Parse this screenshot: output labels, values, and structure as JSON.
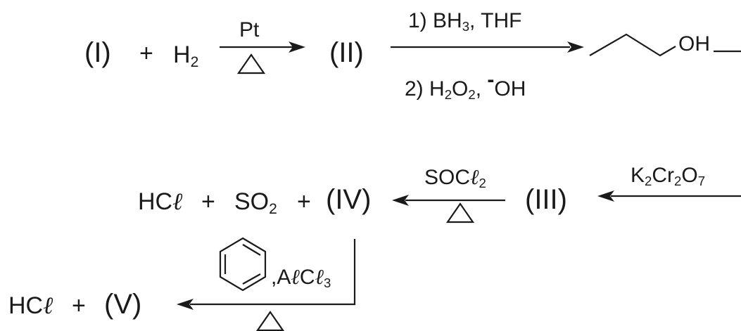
{
  "row1": {
    "species1": "(I)",
    "plus1": "+",
    "h2": {
      "base": "H",
      "sub": "2"
    },
    "arrow1_top": "Pt",
    "species2": "(II)",
    "arrow2_top": {
      "pre": "1) BH",
      "sub": "3",
      "post": ", THF"
    },
    "arrow2_bottom": {
      "pre": "2) H",
      "sub1": "2",
      "mid": "O",
      "sub2": "2",
      "post": ", ",
      "charge": "-",
      "ion": "OH"
    },
    "product_label": "OH"
  },
  "row2": {
    "hcl": {
      "base": "HC",
      "ell": "ℓ"
    },
    "plus1": "+",
    "so2": {
      "base": "SO",
      "sub": "2"
    },
    "plus2": "+",
    "species4": "(IV)",
    "reagent_socl2": {
      "base": "SOC",
      "ell": "ℓ",
      "sub": "2"
    },
    "species3": "(III)",
    "reagent_k2cr2o7": {
      "k": "K",
      "s1": "2",
      "cr": "Cr",
      "s2": "2",
      "o": "O",
      "s3": "7"
    }
  },
  "row3": {
    "hcl": {
      "base": "HC",
      "ell": "ℓ"
    },
    "plus": "+",
    "species5": "(V)",
    "catalyst": {
      "comma": ",",
      "a": "A",
      "ell1": "ℓ",
      "c": "C",
      "ell2": "ℓ",
      "sub": "3"
    }
  }
}
